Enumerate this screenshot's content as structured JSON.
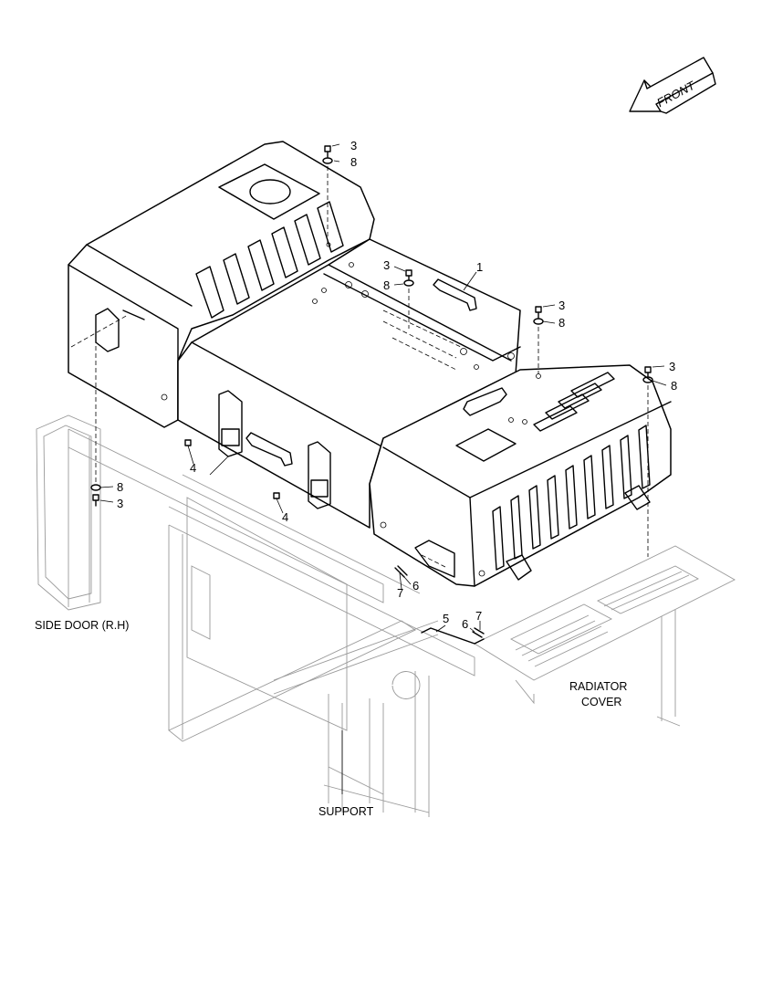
{
  "front_arrow": {
    "label": "FRONT"
  },
  "callouts": {
    "c1": "1",
    "c3_a": "3",
    "c8_a": "8",
    "c3_b": "3",
    "c8_b": "8",
    "c3_c": "3",
    "c8_c": "8",
    "c3_d": "3",
    "c8_d": "8",
    "c8_e": "8",
    "c3_e": "3",
    "c4_a": "4",
    "c4_b": "4",
    "c5": "5",
    "c6_a": "6",
    "c7_a": "7",
    "c6_b": "6",
    "c7_b": "7"
  },
  "captions": {
    "side_door": "SIDE DOOR (R.H)",
    "radiator_line1": "RADIATOR",
    "radiator_line2": "COVER",
    "support": "SUPPORT"
  }
}
